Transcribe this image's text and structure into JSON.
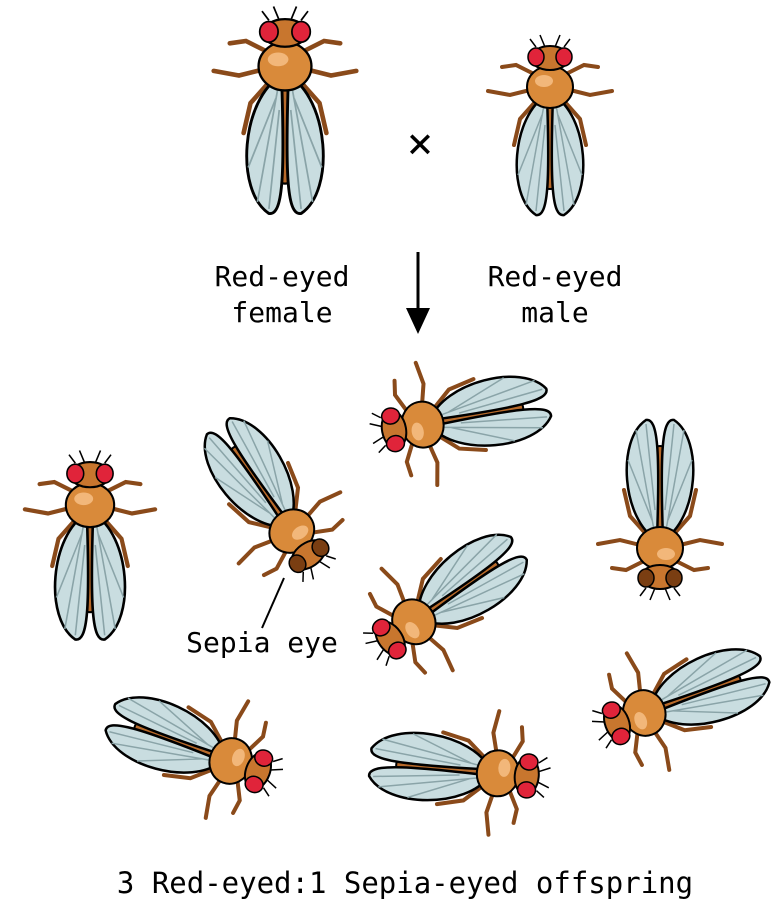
{
  "labels": {
    "female_line1": "Red-eyed",
    "female_line2": "female",
    "male_line1": "Red-eyed",
    "male_line2": "male",
    "cross_symbol": "×",
    "sepia_callout": "Sepia eye",
    "caption": "3 Red-eyed:1 Sepia-eyed offspring"
  },
  "colors": {
    "body": "#d98a3a",
    "body_dark": "#a8541a",
    "highlight": "#f2b77a",
    "leg": "#8a4a1a",
    "wing": "#c9dde0",
    "wing_vein": "#8aa4a8",
    "red_eye": "#e0243a",
    "sepia_eye": "#7a3e12",
    "outline": "#000000"
  },
  "flies": {
    "parents": [
      {
        "role": "female",
        "eye": "red"
      },
      {
        "role": "male",
        "eye": "red"
      }
    ],
    "offspring": [
      {
        "eye": "red"
      },
      {
        "eye": "sepia"
      },
      {
        "eye": "red"
      },
      {
        "eye": "red"
      },
      {
        "eye": "sepia"
      },
      {
        "eye": "red"
      },
      {
        "eye": "red"
      },
      {
        "eye": "red"
      }
    ]
  }
}
